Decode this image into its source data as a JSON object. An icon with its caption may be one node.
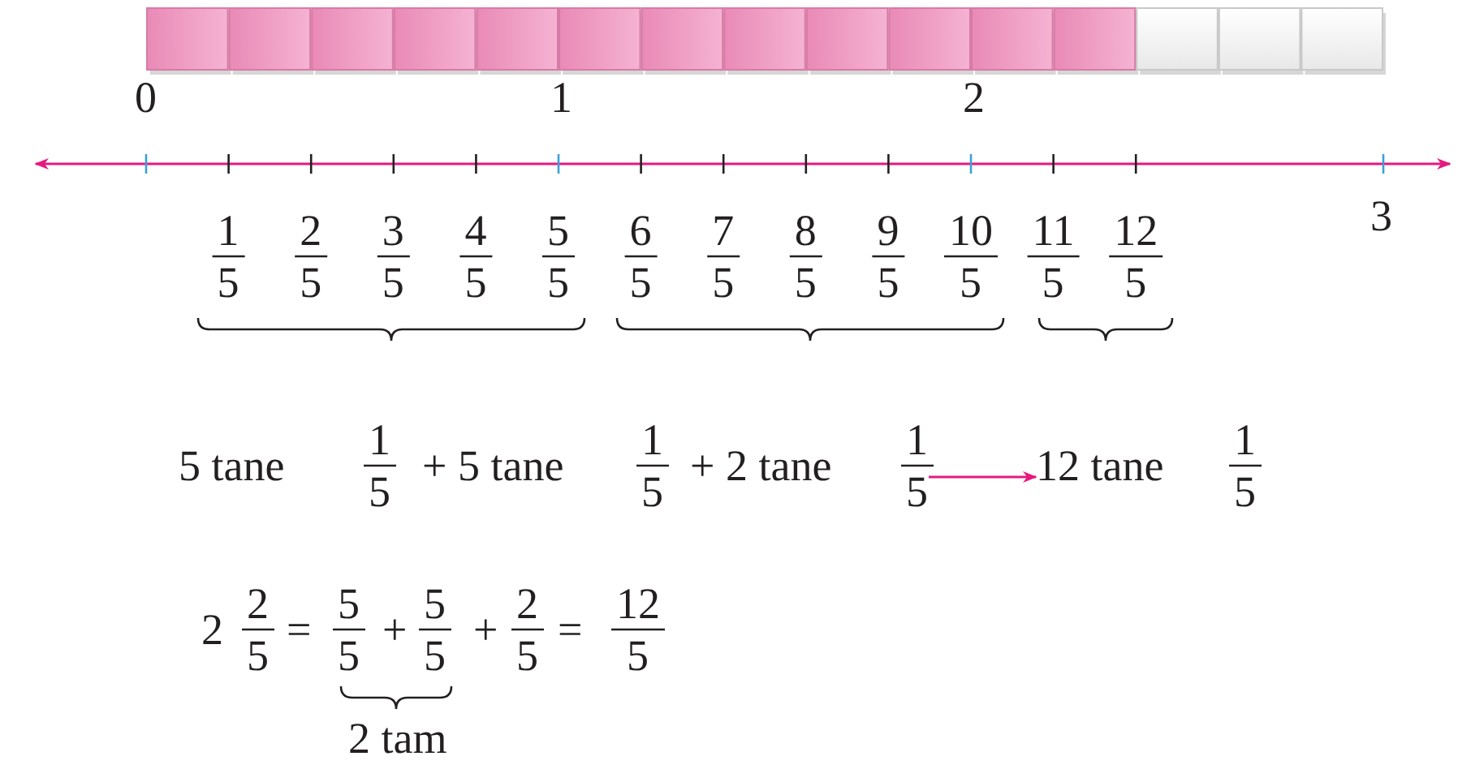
{
  "diagram": {
    "nodes": [
      {
        "text": [
          "5 tane",
          "1",
          "5",
          "+ 5 tane",
          "1",
          "5",
          "+ 2 tane",
          "1",
          "5"
        ]
      },
      {
        "text": [
          "12 tane",
          "1",
          "5"
        ]
      }
    ],
    "edges": [
      {
        "from": 0,
        "to": 1,
        "arrow": "to"
      }
    ],
    "labels": [
      "0",
      "1",
      "2",
      "3",
      "1",
      "5",
      "2",
      "5",
      "3",
      "5",
      "4",
      "5",
      "5",
      "5",
      "6",
      "5",
      "7",
      "5",
      "8",
      "5",
      "9",
      "5",
      "10",
      "5",
      "11",
      "5",
      "12",
      "5",
      "2",
      "2",
      "5",
      "=",
      "5",
      "5",
      "+",
      "5",
      "5",
      "+",
      "2",
      "5",
      "=",
      "12",
      "5",
      "2 tam"
    ]
  }
}
